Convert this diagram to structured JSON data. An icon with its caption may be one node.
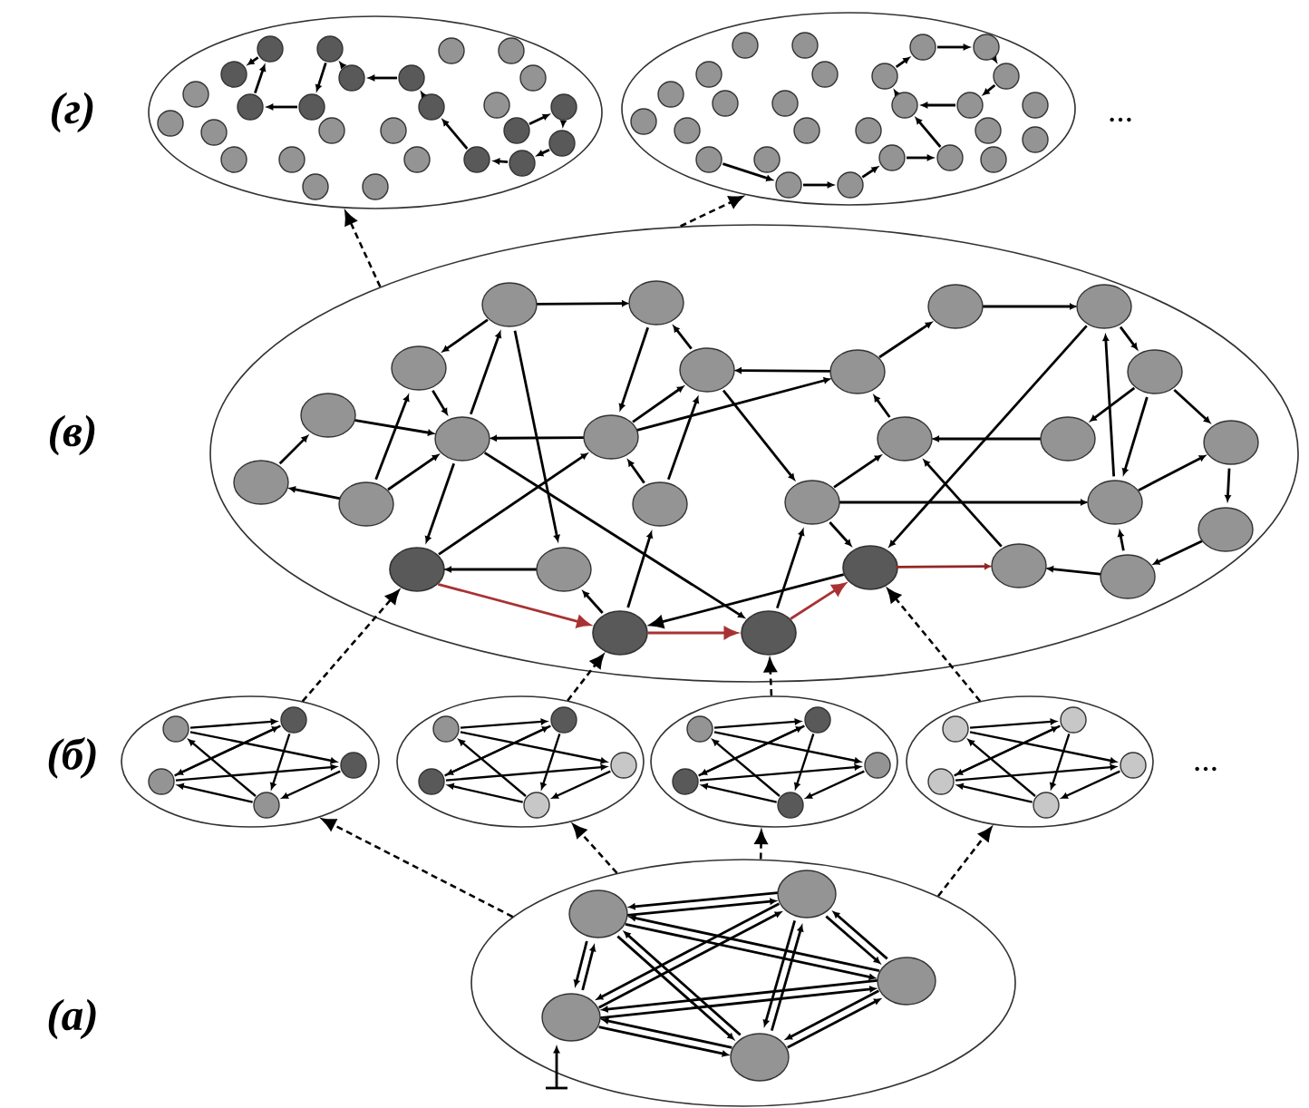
{
  "diagram": {
    "nodes": [
      {
        "text": [],
        "shape": "ellipse"
      },
      {
        "text": [],
        "shape": "ellipse"
      },
      {
        "text": [],
        "shape": "ellipse"
      },
      {
        "text": [],
        "shape": "ellipse"
      },
      {
        "text": [],
        "shape": "ellipse"
      },
      {
        "text": [],
        "shape": "ellipse"
      },
      {
        "text": [],
        "shape": "ellipse"
      },
      {
        "text": [],
        "shape": "ellipse"
      },
      {
        "text": [],
        "shape": "circle",
        "in": 2
      },
      {
        "text": [],
        "shape": "circle",
        "in": 2
      },
      {
        "text": [],
        "shape": "circle",
        "in": 2
      },
      {
        "text": [],
        "shape": "circle",
        "in": 2
      }
    ],
    "edges": [
      {
        "from": 2,
        "to": 0,
        "arrow": "to",
        "style": "dashed"
      },
      {
        "from": 2,
        "to": 1,
        "arrow": "to",
        "style": "dashed"
      },
      {
        "from": 3,
        "to": 8,
        "arrow": "to",
        "style": "dashed"
      },
      {
        "from": 4,
        "to": 9,
        "arrow": "to",
        "style": "dashed"
      },
      {
        "from": 5,
        "to": 10,
        "arrow": "to",
        "style": "dashed"
      },
      {
        "from": 6,
        "to": 11,
        "arrow": "to",
        "style": "dashed"
      },
      {
        "from": 7,
        "to": 3,
        "arrow": "to",
        "style": "dashed"
      },
      {
        "from": 7,
        "to": 4,
        "arrow": "to",
        "style": "dashed"
      },
      {
        "from": 7,
        "to": 5,
        "arrow": "to",
        "style": "dashed"
      },
      {
        "from": 7,
        "to": 6,
        "arrow": "to",
        "style": "dashed"
      },
      {
        "from": 8,
        "to": 9,
        "arrow": "to",
        "color": "#a83232"
      },
      {
        "from": 9,
        "to": 10,
        "arrow": "to",
        "color": "#a83232"
      },
      {
        "from": 10,
        "to": 11,
        "arrow": "to",
        "color": "#a83232"
      },
      {
        "from": 11,
        "to": 9,
        "arrow": "to"
      }
    ],
    "labels": [
      "(г)",
      "...",
      "(в)",
      "(б)",
      "...",
      "(а)"
    ]
  }
}
